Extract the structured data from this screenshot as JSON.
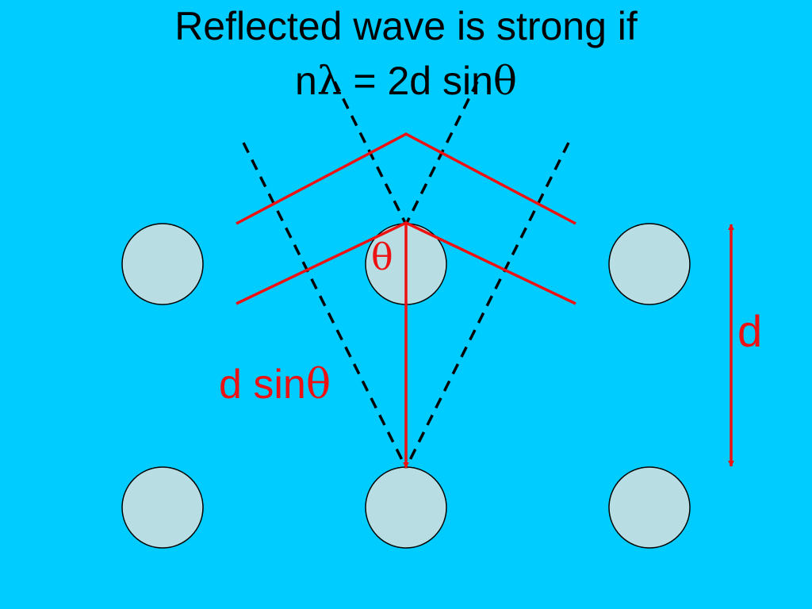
{
  "title": {
    "line1": "Reflected wave is strong if",
    "line2_prefix": "n",
    "line2_lambda": "λ",
    "line2_middle": " = 2d sin",
    "line2_theta": "θ"
  },
  "labels": {
    "theta": "θ",
    "d": "d",
    "dsin_text": "d sin",
    "dsin_theta": "θ"
  },
  "colors": {
    "background": "#00CCFF",
    "atom_fill": "#B8DEE3",
    "atom_stroke": "#000000",
    "ray": "#EE1111",
    "dashed": "#000000",
    "text": "#000000",
    "label": "#EE1111"
  }
}
